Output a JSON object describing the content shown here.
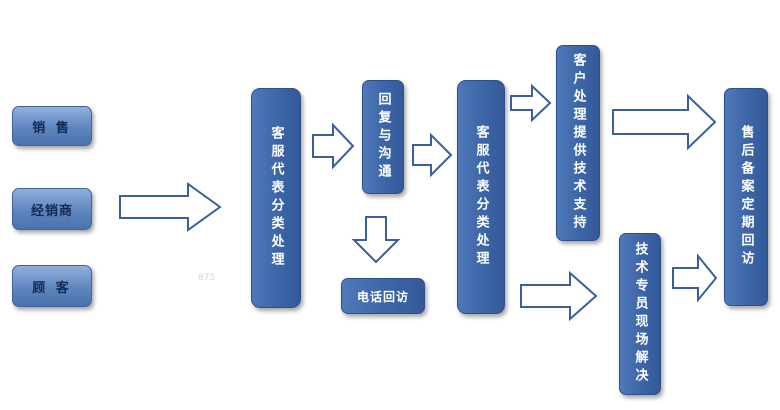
{
  "sources": {
    "sales": "销 售",
    "distributor": "经销商",
    "customer": "顾 客"
  },
  "nodes": {
    "cs_classify_1": "客服代表分类处理",
    "reply_communicate": "回复与沟通",
    "phone_return_visit": "电话回访",
    "cs_classify_2": "客服代表分类处理",
    "customer_tech_support": "客户处理提供技术支持",
    "tech_specialist_onsite": "技术专员现场解决",
    "after_sales_followup": "售后备案定期回访"
  },
  "colors": {
    "node_dark": "#3d67a8",
    "node_light": "#6f93c8",
    "arrow_stroke": "#3a5f9a",
    "arrow_fill": "#ffffff"
  }
}
